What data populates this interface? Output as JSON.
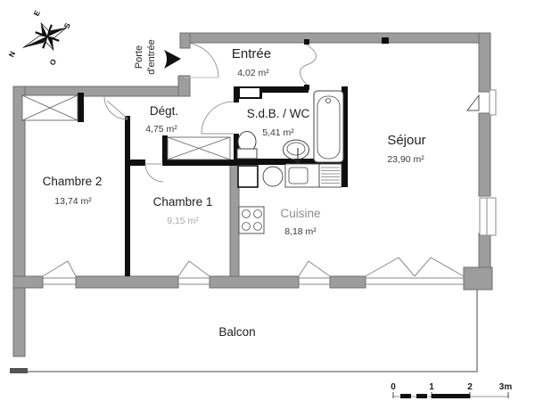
{
  "plan": {
    "type": "apartment-floor-plan",
    "compass": {
      "n": "N",
      "e": "E",
      "s": "S",
      "o": "O"
    },
    "entry_door_label": {
      "line1": "Porte",
      "line2": "d'entrée"
    },
    "rooms": {
      "entree": {
        "name": "Entrée",
        "area": "4,02 m²"
      },
      "degagement": {
        "name": "Dégt.",
        "area": "4,75 m²"
      },
      "sdb": {
        "name": "S.d.B. / WC",
        "area": "5,41 m²"
      },
      "sejour": {
        "name": "Séjour",
        "area": "23,90 m²"
      },
      "chambre2": {
        "name": "Chambre 2",
        "area": "13,74 m²"
      },
      "chambre1": {
        "name": "Chambre 1",
        "area": "9,15 m²"
      },
      "cuisine": {
        "name": "Cuisine",
        "area": "8,18 m²"
      },
      "balcon": {
        "name": "Balcon"
      }
    },
    "scale_bar": {
      "ticks": [
        "0",
        "1",
        "2",
        "3m"
      ]
    },
    "colors": {
      "exterior_wall_fill": "#9d9d9d",
      "exterior_wall_stroke": "#6e6e6e",
      "interior_wall": "#0f0f0f",
      "thin_line": "#8a8a8a",
      "fixture_stroke": "#444444",
      "text_dark": "#1f1f1f",
      "text_mid": "#3a3a3a",
      "text_faded": "#a9a9a9",
      "background": "#ffffff"
    }
  }
}
